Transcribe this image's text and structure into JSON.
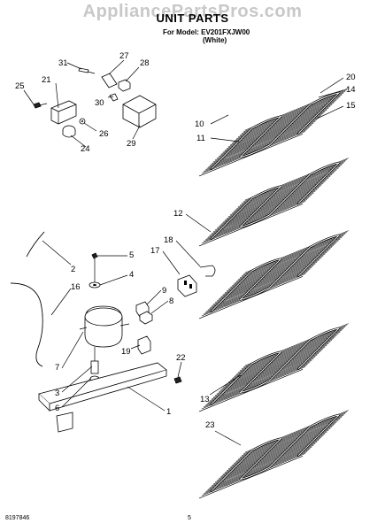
{
  "header": {
    "watermark": "AppliancePartsPros.com",
    "title": "UNIT PARTS",
    "model_line": "For Model: EV201FXJW00",
    "color_line": "(White)"
  },
  "footer": {
    "doc_number": "8197846",
    "page_number": "5"
  },
  "callouts": [
    "1",
    "2",
    "3",
    "4",
    "5",
    "6",
    "7",
    "8",
    "9",
    "10",
    "11",
    "12",
    "13",
    "14",
    "15",
    "16",
    "17",
    "18",
    "19",
    "20",
    "21",
    "22",
    "23",
    "24",
    "25",
    "26",
    "27",
    "28",
    "29",
    "30",
    "31"
  ]
}
